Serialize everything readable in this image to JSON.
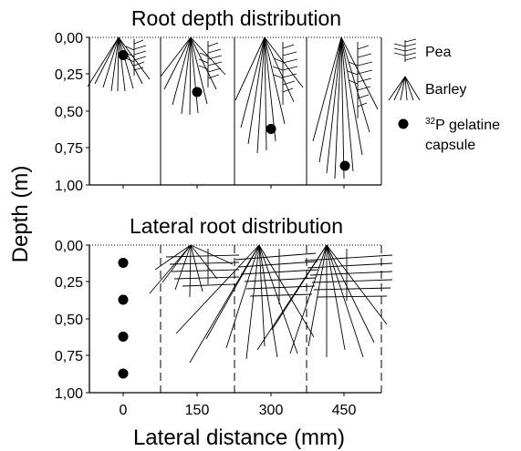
{
  "panels": {
    "top": {
      "title": "Root depth distribution"
    },
    "bottom": {
      "title": "Lateral root distribution"
    }
  },
  "axes": {
    "y_label": "Depth (m)",
    "x_label": "Lateral distance (mm)",
    "y_ticks": [
      "0,00",
      "0,25",
      "0,50",
      "0,75",
      "1,00"
    ],
    "x_ticks": [
      "0",
      "150",
      "300",
      "450"
    ]
  },
  "legend": {
    "pea": "Pea",
    "barley": "Barley",
    "capsule_sup": "32",
    "capsule_line1": "P gelatine",
    "capsule_line2": "capsule"
  },
  "chart_data": [
    {
      "type": "scatter",
      "title": "Root depth distribution",
      "ylabel": "Depth (m)",
      "ylim": [
        0,
        1.0
      ],
      "y_inverted": true,
      "series": [
        {
          "name": "32P gelatine capsule",
          "x": [
            0,
            150,
            300,
            450
          ],
          "y": [
            0.12,
            0.37,
            0.62,
            0.87
          ]
        }
      ],
      "divider_lines_x": [
        75,
        225,
        375
      ],
      "divider_style": "solid"
    },
    {
      "type": "scatter",
      "title": "Lateral root distribution",
      "xlabel": "Lateral distance (mm)",
      "ylabel": "Depth (m)",
      "ylim": [
        0,
        1.0
      ],
      "y_inverted": true,
      "series": [
        {
          "name": "32P gelatine capsule",
          "x": [
            0,
            0,
            0,
            0
          ],
          "y": [
            0.12,
            0.37,
            0.62,
            0.87
          ]
        }
      ],
      "divider_lines_x": [
        75,
        225,
        375,
        525
      ],
      "divider_style": "dashed"
    }
  ]
}
